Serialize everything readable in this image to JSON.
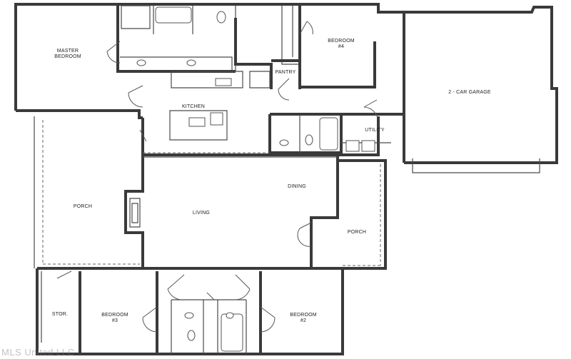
{
  "rooms": {
    "master_bedroom": [
      "MASTER",
      "BEDROOM"
    ],
    "bedroom_4": [
      "BEDROOM",
      "#4"
    ],
    "pantry": "PANTRY",
    "kitchen": "KITCHEN",
    "garage": "2 - CAR GARAGE",
    "utility": "UTILITY",
    "dining": "DINING",
    "living": "LIVING",
    "porch_left": "PORCH",
    "porch_right": "PORCH",
    "storage": "STOR.",
    "bedroom_3": [
      "BEDROOM",
      "#3"
    ],
    "bedroom_2": [
      "BEDROOM",
      "#2"
    ]
  },
  "watermark": "MLS United LLC"
}
